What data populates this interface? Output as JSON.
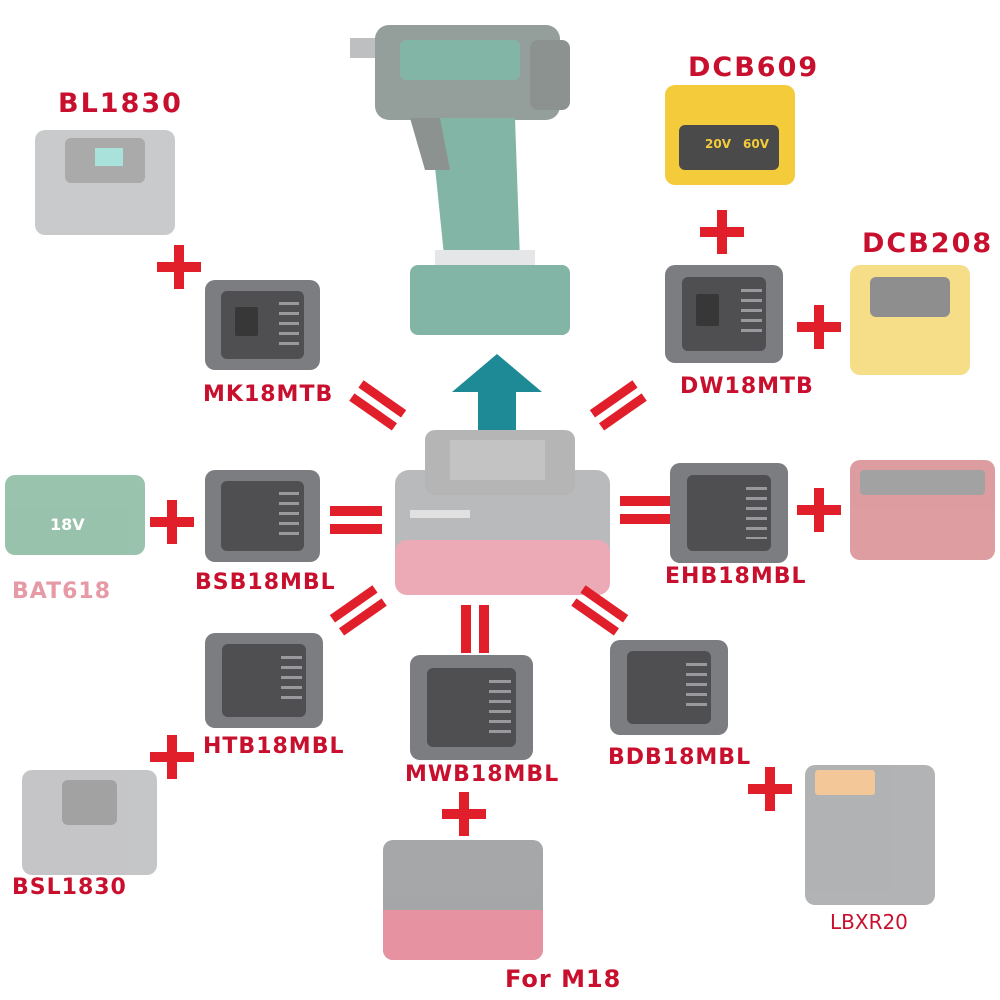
{
  "labels": {
    "bl1830": "BL1830",
    "dcb609": "DCB609",
    "dcb208": "DCB208",
    "mk18mtb": "MK18MTB",
    "dw18mtb": "DW18MTB",
    "bat618": "BAT618",
    "bsb18mbl": "BSB18MBL",
    "ehb18mbl": "EHB18MBL",
    "htb18mbl": "HTB18MBL",
    "mwb18mbl": "MWB18MBL",
    "bdb18mbl": "BDB18MBL",
    "bsl1830": "BSL1830",
    "lbxr20": "LBXR20",
    "for_m18": "For M18"
  },
  "battery_marks": {
    "bosch_voltage": "18V",
    "dewalt_voltage": "20V",
    "dewalt_flex": "60V"
  },
  "colors": {
    "accent_red": "#e01f2b",
    "label_red": "#c8102e",
    "arrow_teal": "#1d8a96"
  }
}
